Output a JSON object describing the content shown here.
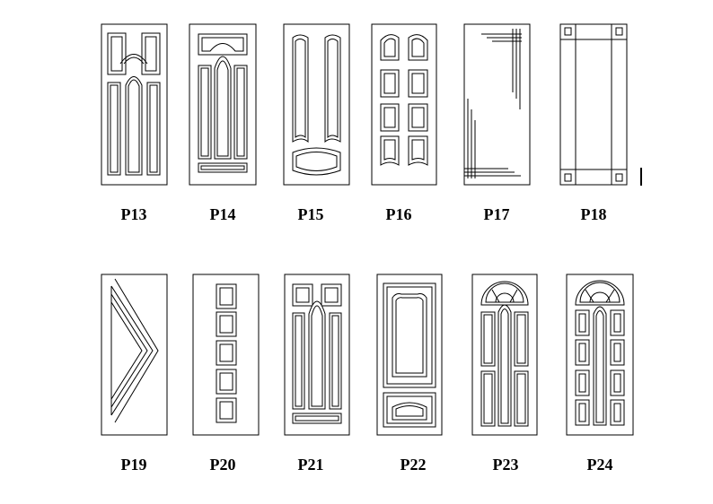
{
  "doors": [
    {
      "code": "P13"
    },
    {
      "code": "P14"
    },
    {
      "code": "P15"
    },
    {
      "code": "P16"
    },
    {
      "code": "P17"
    },
    {
      "code": "P18"
    },
    {
      "code": "P19"
    },
    {
      "code": "P20"
    },
    {
      "code": "P21"
    },
    {
      "code": "P22"
    },
    {
      "code": "P23"
    },
    {
      "code": "P24"
    }
  ]
}
